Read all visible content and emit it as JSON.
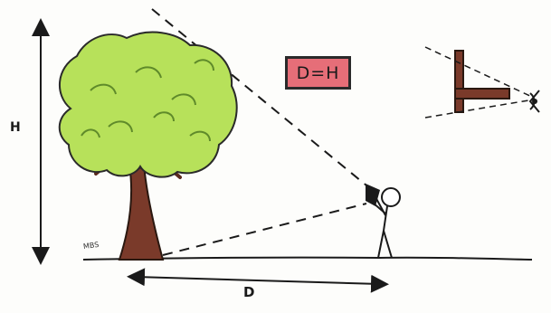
{
  "labels": {
    "height": "H",
    "distance": "D",
    "equation": "D=H",
    "signature": "MBS"
  },
  "colors": {
    "foliage": "#b7e15a",
    "foliage_shadow": "#8cbf3a",
    "trunk": "#7a3a2a",
    "equation_box": "#e66e78",
    "ink": "#1a1a1a"
  },
  "icons": {
    "tree": "tree-illustration",
    "person": "stick-figure-icon",
    "tool": "right-angle-tool-icon",
    "eye": "eye-icon"
  }
}
